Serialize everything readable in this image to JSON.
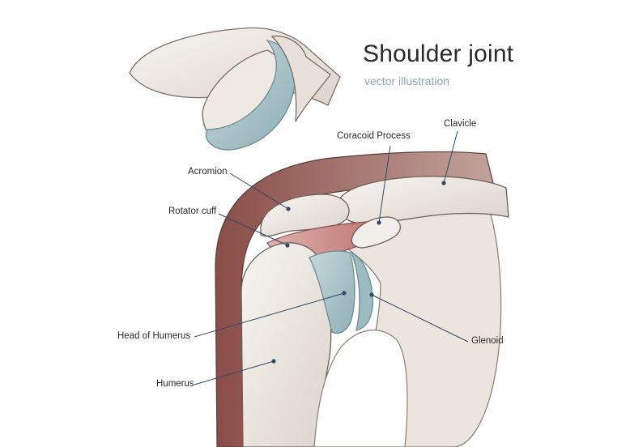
{
  "title": "Shoulder joint",
  "subtitle": "vector illustration",
  "labels": {
    "coracoid_process": "Coracoid Process",
    "clavicle": "Clavicle",
    "acromion": "Acromion",
    "rotator_cuff": "Rotator cuff",
    "head_of_humerus": "Head of Humerus",
    "humerus": "Humerus",
    "glenoid": "Glenoid"
  },
  "colors": {
    "bone": "#ede8e2",
    "bone_shadow": "#d6cec6",
    "cartilage": "#a9c3c8",
    "cartilage_dark": "#7f9fa6",
    "muscle": "#c98a87",
    "muscle_dark": "#8e4d4c",
    "outline": "#4a3a36",
    "leader": "#2f4a66"
  }
}
